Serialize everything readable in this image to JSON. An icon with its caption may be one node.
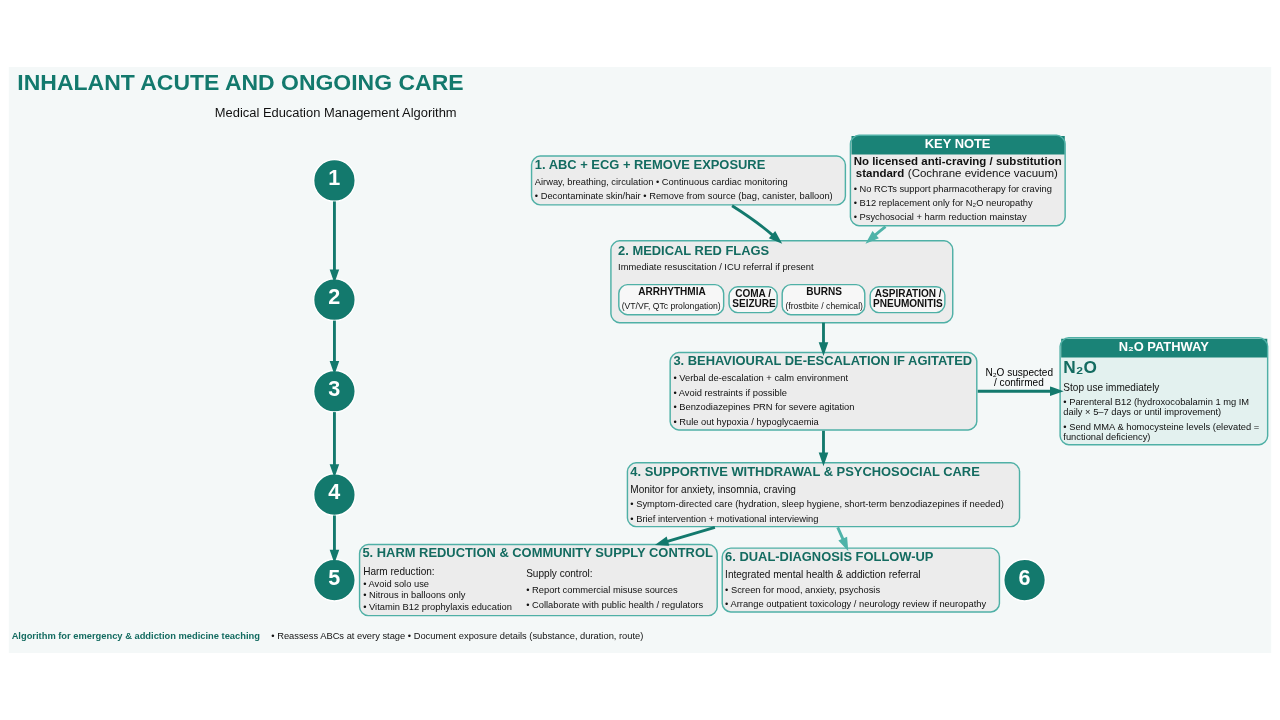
{
  "diagram": {
    "title": "INHALANT ACUTE AND ONGOING CARE",
    "caption": "**Algorithm for emergency & addiction medicine teaching** • Reassess ABCs at every stage • Document exposure details (substance, duration, route)",
    "nodes": [
      {
        "text": [
          "1"
        ]
      },
      {
        "text": [
          "1. ABC + ECG + REMOVE EXPOSURE",
          "Airway, breathing, circulation • Continuous cardiac monitoring",
          "• Decontaminate skin/hair • Remove from source (bag, canister, balloon)"
        ]
      },
      {
        "text": [
          "KEY NOTE",
          "**No licensed anti-craving / substitution standard** (Cochrane evidence vacuum)",
          "• No RCTs support pharmacotherapy for craving",
          "• B12 replacement only for N₂O neuropathy",
          "• Psychosocial + harm reduction mainstay"
        ]
      },
      {
        "text": [
          "2"
        ]
      },
      {
        "text": [
          "2. MEDICAL RED FLAGS",
          "Immediate resuscitation / ICU referral if present"
        ]
      },
      {
        "text": [
          "ARRHYTHMIA",
          "(VT/VF, QTc prolongation)"
        ],
        "in": 4
      },
      {
        "text": [
          "COMA / SEIZURE"
        ],
        "in": 4
      },
      {
        "text": [
          "BURNS",
          "(frostbite / chemical)"
        ],
        "in": 4
      },
      {
        "text": [
          "ASPIRATION / PNEUMONITIS"
        ],
        "in": 4
      },
      {
        "text": [
          "3"
        ]
      },
      {
        "text": [
          "3. BEHAVIOURAL DE-ESCALATION IF AGITATED",
          "• Verbal de-escalation + calm environment",
          "• Avoid restraints if possible",
          "• Benzodiazepines PRN for severe agitation",
          "• Rule out hypoxia / hypoglycaemia"
        ]
      },
      {
        "text": [
          "N₂O PATHWAY",
          "N₂O",
          "Stop use immediately",
          "• Parenteral B12 (hydroxocobalamin 1 mg IM daily × 5–7 days or until improvement)",
          "• Send MMA & homocysteine levels (elevated = functional deficiency)"
        ]
      },
      {
        "text": [
          "4"
        ]
      },
      {
        "text": [
          "4. SUPPORTIVE WITHDRAWAL & PSYCHOSOCIAL CARE",
          "Monitor for anxiety, insomnia, craving",
          "• Symptom-directed care (hydration, sleep hygiene, short-term benzodiazepines if needed)",
          "• Brief intervention + motivational interviewing"
        ]
      },
      {
        "text": [
          "5"
        ]
      },
      {
        "text": [
          "5. HARM REDUCTION & COMMUNITY SUPPLY CONTROL",
          "Harm reduction:",
          "• Avoid solo use",
          "• Nitrous in balloons only",
          "• Vitamin B12 prophylaxis education",
          "Supply control:",
          "• Report commercial misuse sources",
          "• Collaborate with public health / regulators"
        ]
      },
      {
        "text": [
          "6"
        ]
      },
      {
        "text": [
          "6. DUAL-DIAGNOSIS FOLLOW-UP",
          "Integrated mental health & addiction referral",
          "• Screen for mood, anxiety, psychosis",
          "• Arrange outpatient toxicology / neurology review if neuropathy"
        ]
      }
    ],
    "edges": [
      {
        "from": 0,
        "to": 3,
        "arrow": "to"
      },
      {
        "from": 1,
        "to": 4,
        "arrow": "to"
      },
      {
        "from": 2,
        "to": 4,
        "arrow": "to",
        "color": "#4fb3a9"
      },
      {
        "from": 3,
        "to": 9,
        "arrow": "to"
      },
      {
        "from": 4,
        "to": 10,
        "arrow": "to"
      },
      {
        "from": 9,
        "to": 12,
        "arrow": "to"
      },
      {
        "from": 10,
        "to": 13,
        "arrow": "to"
      },
      {
        "from": 10,
        "to": 11,
        "arrow": "to",
        "label": "N₂O suspected / confirmed"
      },
      {
        "from": 12,
        "to": 14,
        "arrow": "to"
      },
      {
        "from": 13,
        "to": 15,
        "arrow": "to"
      },
      {
        "from": 13,
        "to": 17,
        "arrow": "to",
        "color": "#4fb3a9"
      }
    ],
    "labels": [
      "Medical Education Management Algorithm"
    ]
  }
}
